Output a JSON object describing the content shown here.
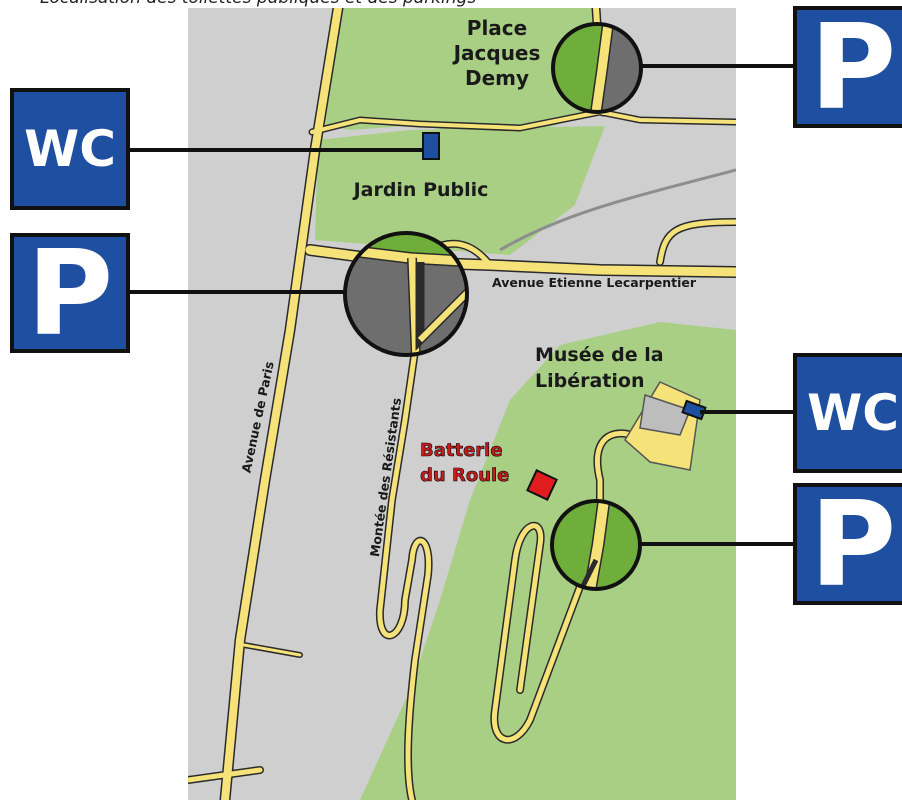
{
  "caption": "Localisation des toilettes publiques et des parkings",
  "places": {
    "place_jacques_demy": [
      "Place",
      "Jacques",
      "Demy"
    ],
    "jardin_public": "Jardin Public",
    "musee": [
      "Musée de la",
      "Libération"
    ],
    "batterie": [
      "Batterie",
      "du Roule"
    ]
  },
  "streets": {
    "avenue_etienne": "Avenue Etienne Lecarpentier",
    "avenue_paris": "Avenue de Paris",
    "montee": "Montée des Résistants"
  },
  "signs": {
    "parking": "P",
    "toilets": "WC"
  },
  "colors": {
    "road": "#f5e37a",
    "urban": "#cfcfcf",
    "park": "#a9cf85",
    "parking_highlight": "#6fae3a",
    "parking_dark": "#6e6e6e",
    "sign_blue": "#1f4fa0",
    "batterie_red": "#e11c1c"
  }
}
